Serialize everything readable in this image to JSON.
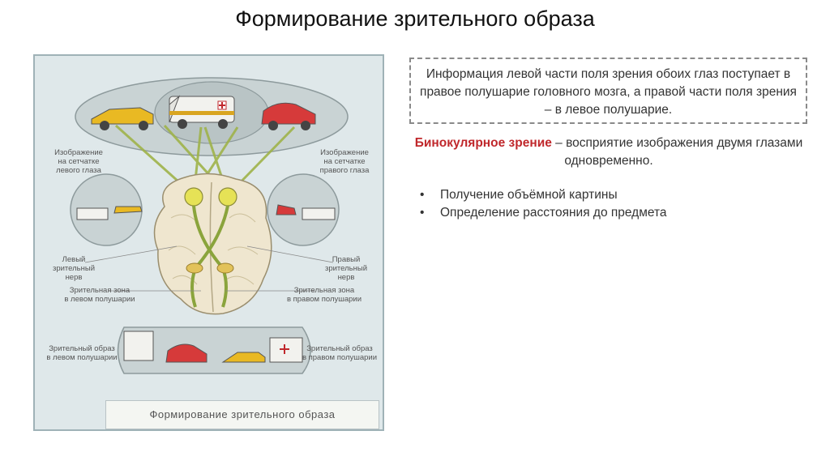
{
  "slide": {
    "title": "Формирование зрительного образа"
  },
  "figure": {
    "caption": "Формирование зрительного образа",
    "labels": {
      "left_retina": "Изображение\nна сетчатке\nлевого глаза",
      "right_retina": "Изображение\nна сетчатке\nправого глаза",
      "left_nerve": "Левый\nзрительный\nнерв",
      "right_nerve": "Правый\nзрительный\nнерв",
      "left_zone": "Зрительная зона\nв левом полушарии",
      "right_zone": "Зрительная зона\nв правом полушарии",
      "left_image": "Зрительный образ\nв левом полушарии",
      "right_image": "Зрительный образ\nв правом полушарии"
    }
  },
  "info_box": {
    "text": "Информация левой части поля зрения обоих глаз поступает в правое полушарие головного мозга, а правой части поля зрения – в левое полушарие."
  },
  "definition": {
    "term": "Бинокулярное зрение",
    "text": " – восприятие изображения двумя глазами одновременно."
  },
  "bullets": [
    "Получение объёмной картины",
    "Определение расстояния до предмета"
  ],
  "colors": {
    "accent_term": "#c0282c",
    "figure_bg": "#dfe8ea",
    "nerve": "#9fb34a"
  }
}
